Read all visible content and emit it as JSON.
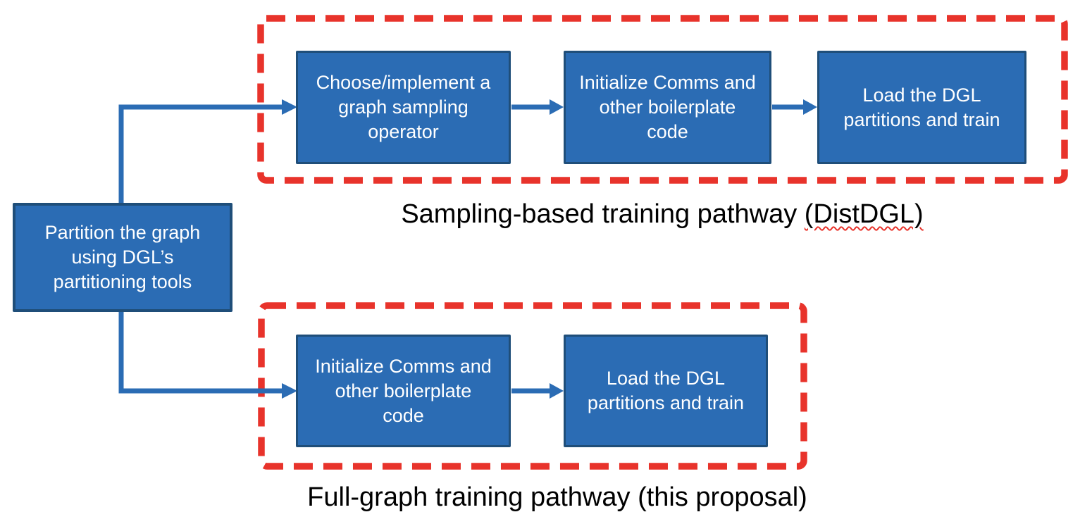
{
  "colors": {
    "node_fill": "#2b6cb4",
    "node_border": "#1f4e79",
    "arrow": "#2b6cb4",
    "dashed_border": "#e8332b",
    "node_text": "#ffffff",
    "caption_text": "#000000",
    "spellcheck": "#e8332b",
    "background": "#ffffff"
  },
  "diagram": {
    "root_node": {
      "label": "Partition the graph\nusing DGL’s\npartitioning tools"
    },
    "pathways": [
      {
        "name": "sampling-based",
        "caption_prefix": "Sampling-based training pathway ",
        "caption_misspelled": "(DistDGL)",
        "caption_suffix": "",
        "nodes": [
          "Choose/implement a\ngraph sampling\noperator",
          "Initialize Comms and\nother boilerplate\ncode",
          "Load the DGL\npartitions and train"
        ]
      },
      {
        "name": "full-graph",
        "caption": "Full-graph training pathway (this proposal)",
        "nodes": [
          "Initialize Comms and\nother boilerplate\ncode",
          "Load the DGL\npartitions and train"
        ]
      }
    ]
  }
}
